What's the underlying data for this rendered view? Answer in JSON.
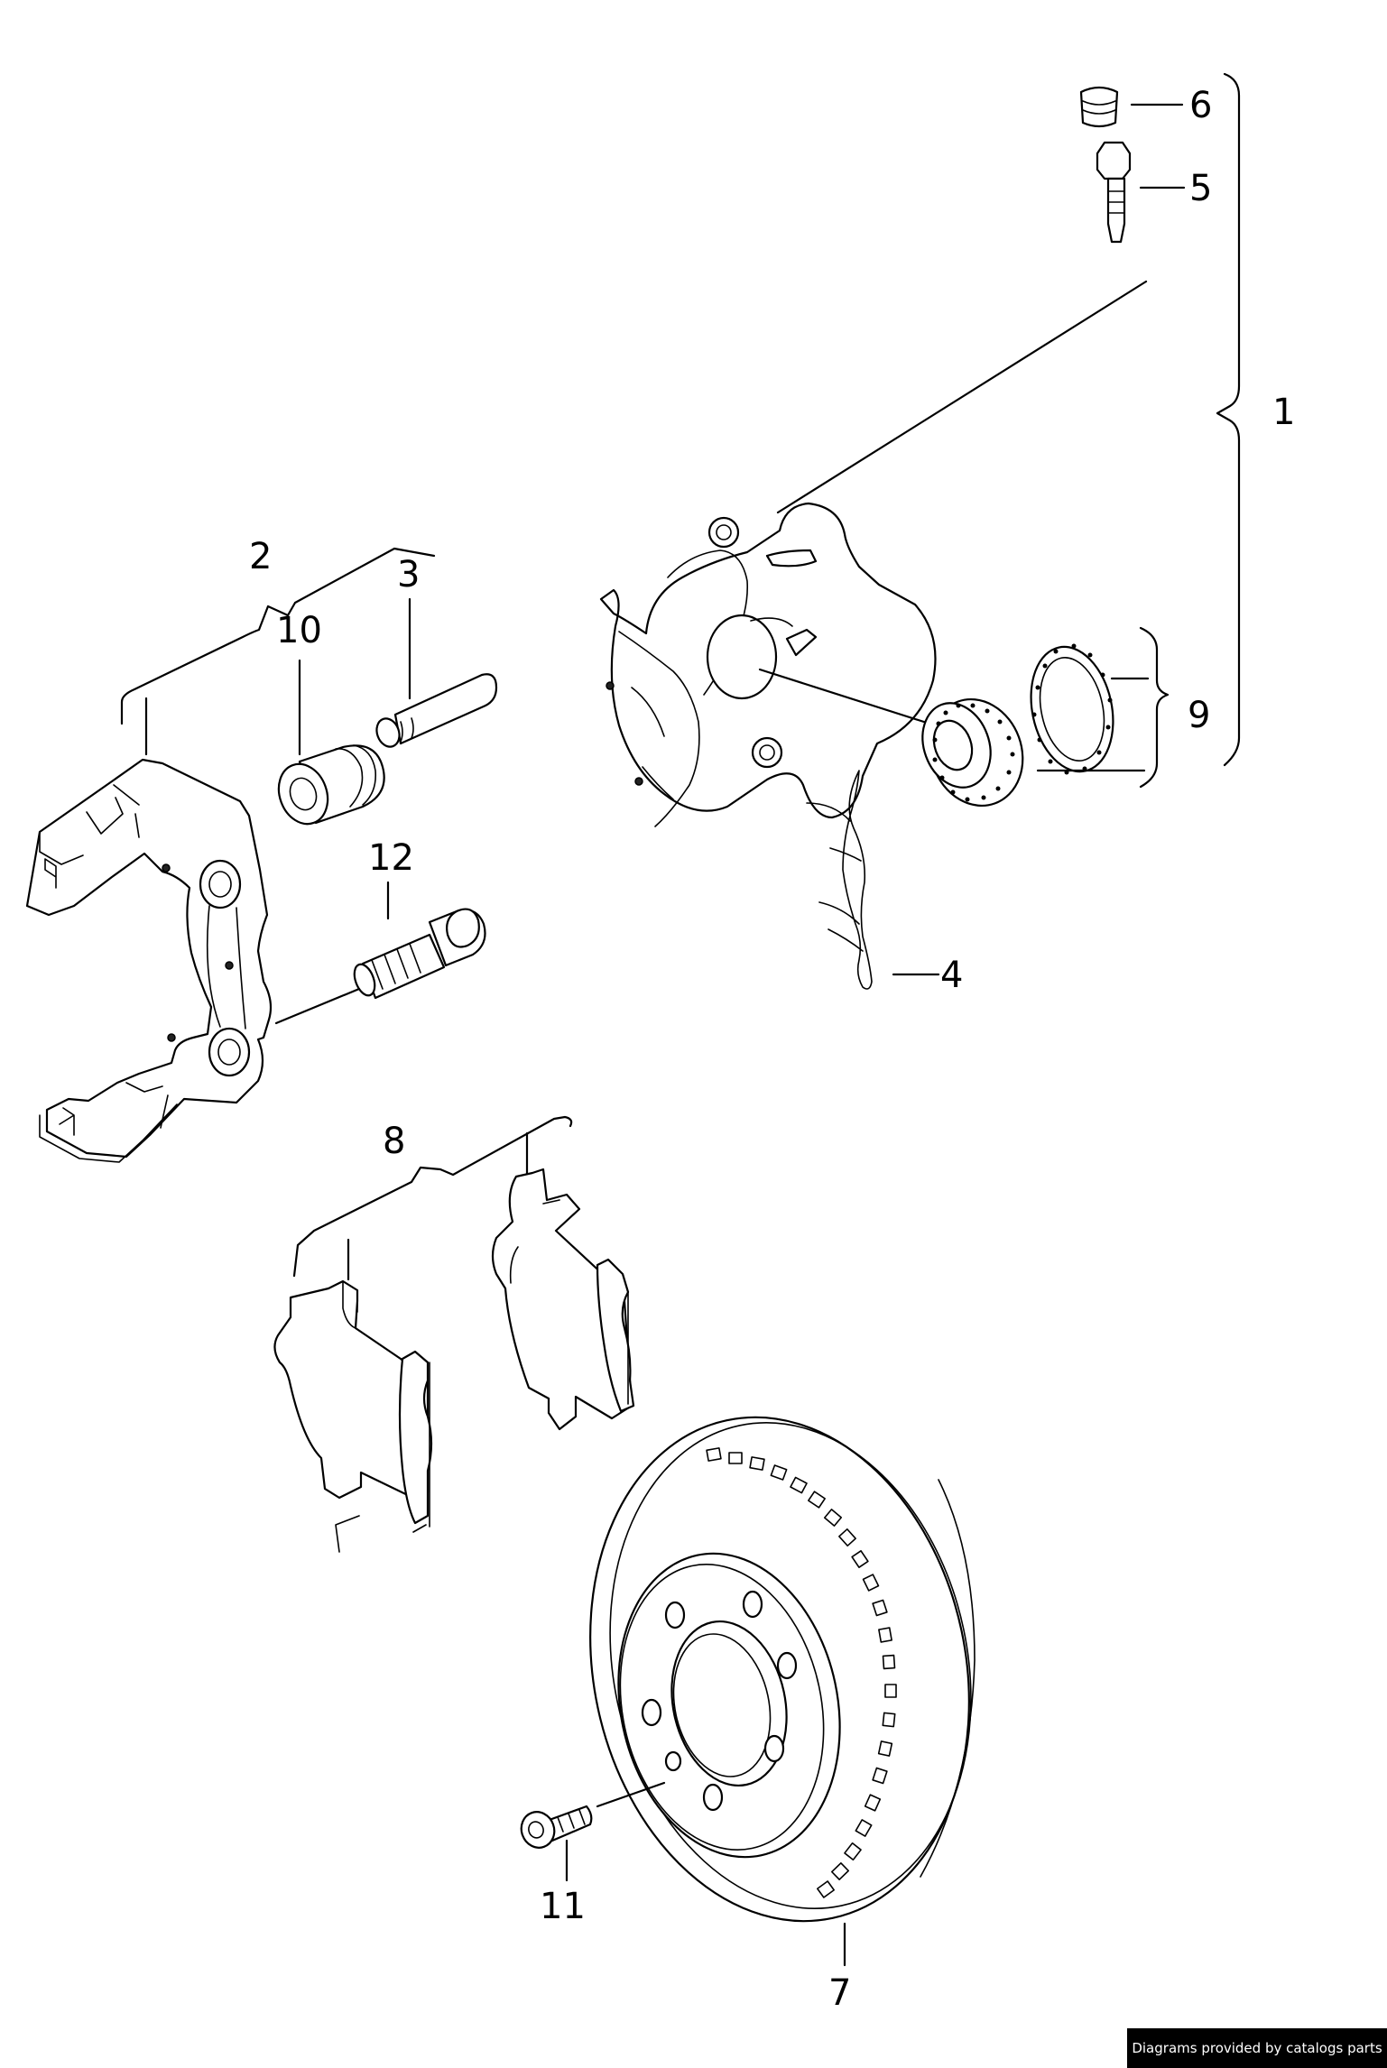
{
  "callouts": {
    "c1": "1",
    "c2": "2",
    "c3": "3",
    "c4": "4",
    "c5": "5",
    "c6": "6",
    "c7": "7",
    "c8": "8",
    "c9": "9",
    "c10": "10",
    "c11": "11",
    "c12": "12"
  },
  "footer": {
    "credit": "Diagrams provided by catalogs parts"
  }
}
